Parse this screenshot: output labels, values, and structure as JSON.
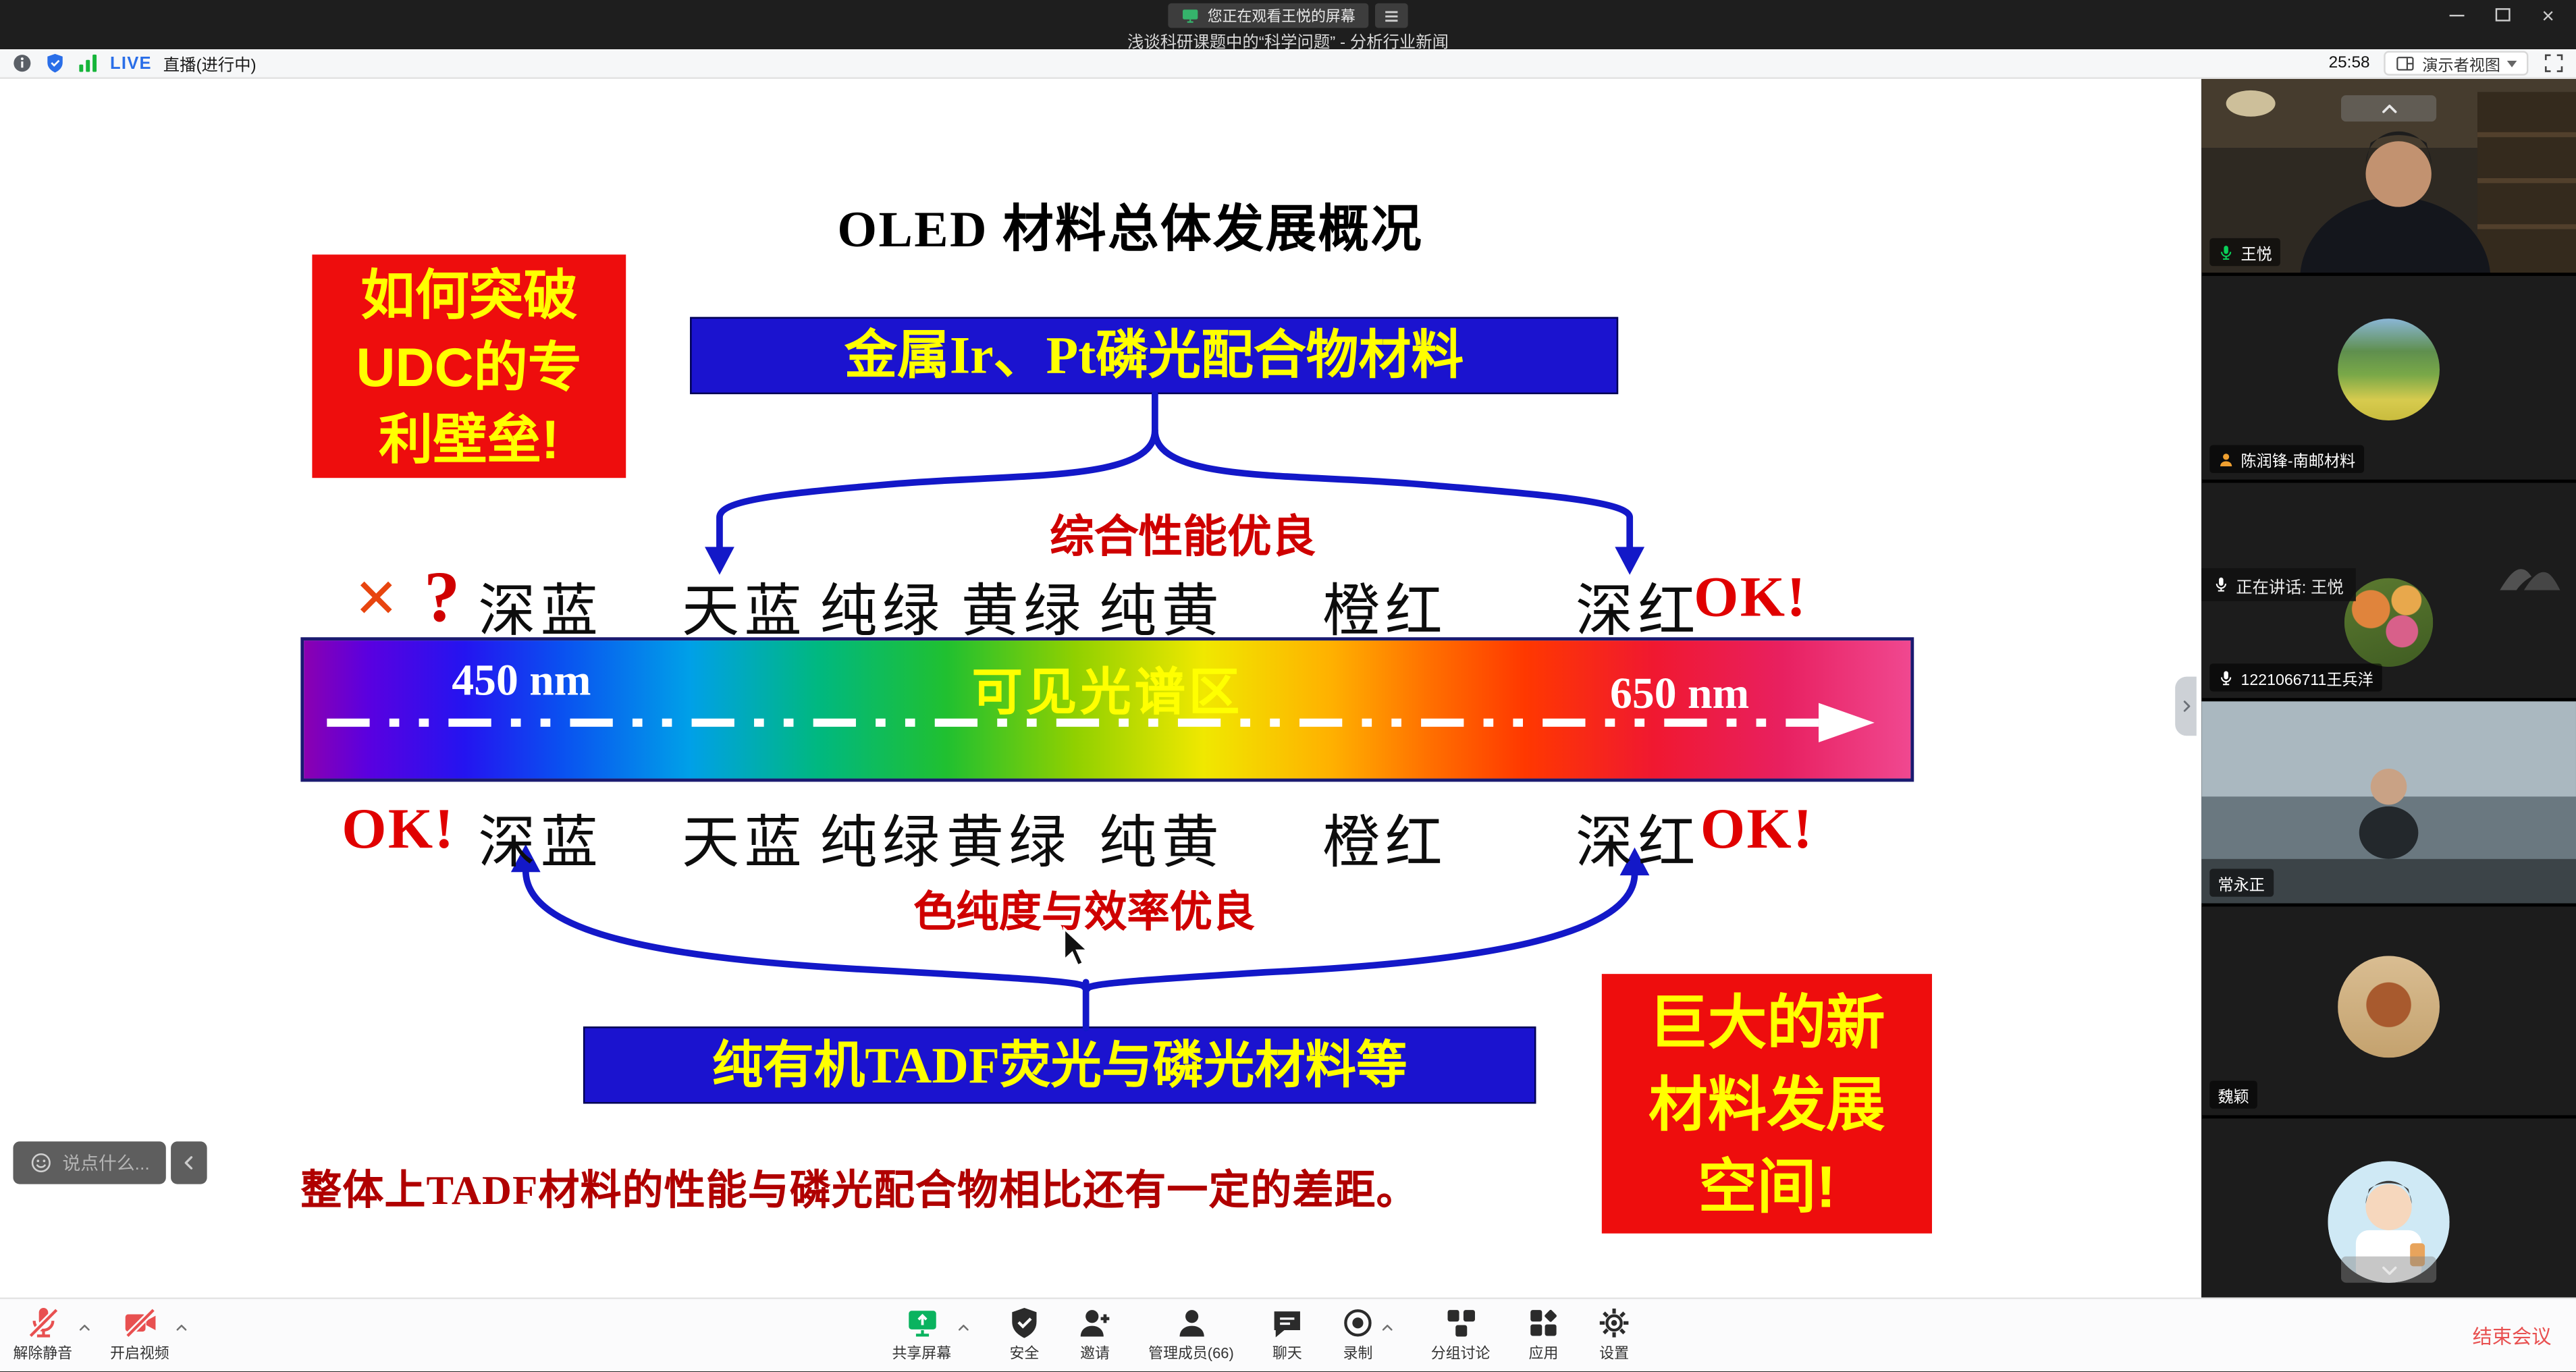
{
  "window": {
    "watching_badge": "您正在观看王悦的屏幕",
    "meeting_title": "浅谈科研课题中的“科学问题” - 分析行业新闻"
  },
  "statusbar": {
    "live": "LIVE",
    "live_status": "直播(进行中)",
    "timer": "25:58",
    "view_mode": "演示者视图"
  },
  "slide": {
    "title": "OLED 材料总体发展概况",
    "left_red_box": {
      "line1": "如何突破",
      "line2": "UDC的专",
      "line3": "利壁垒!"
    },
    "top_banner": "金属Ir、Pt磷光配合物材料",
    "top_brace_label": "综合性能优良",
    "marks": {
      "cross": "×",
      "question": "?",
      "ok": "OK!"
    },
    "top_labels": [
      "深蓝",
      "天蓝",
      "纯绿",
      "黄绿",
      "纯黄",
      "橙红",
      "深红"
    ],
    "spectrum": {
      "left": "450 nm",
      "center": "可见光谱区",
      "right": "650 nm"
    },
    "bottom_labels": [
      "深蓝",
      "天蓝",
      "纯绿",
      "黄绿",
      "纯黄",
      "橙红",
      "深红"
    ],
    "bottom_brace_label": "色纯度与效率优良",
    "bottom_banner": "纯有机TADF荧光与磷光材料等",
    "right_red_box": {
      "line1": "巨大的新",
      "line2": "材料发展",
      "line3": "空间!"
    },
    "footnote": "整体上TADF材料的性能与磷光配合物相比还有一定的差距。"
  },
  "chat": {
    "placeholder": "说点什么..."
  },
  "sidebar": {
    "speaking": "正在讲话: 王悦",
    "participants": [
      {
        "name": "王悦"
      },
      {
        "name": "陈润锋-南邮材料"
      },
      {
        "name": "1221066711王兵洋"
      },
      {
        "name": "常永正"
      },
      {
        "name": "魏颖"
      }
    ]
  },
  "controls": {
    "mute": "解除静音",
    "video": "开启视频",
    "share": "共享屏幕",
    "security": "安全",
    "invite": "邀请",
    "members": "管理成员(66)",
    "chat": "聊天",
    "record": "录制",
    "breakout": "分组讨论",
    "apps": "应用",
    "settings": "设置",
    "end": "结束会议"
  },
  "colors": {
    "banner_blue": "#1b13cf",
    "box_red": "#ee0d0d",
    "text_yellow": "#ffff00",
    "accent_red": "#cf0000",
    "brace_blue": "#1318c8",
    "live_blue": "#2a6ee8",
    "share_green": "#0ab35f",
    "end_red": "#e85050",
    "mic_green": "#0ad05a"
  }
}
